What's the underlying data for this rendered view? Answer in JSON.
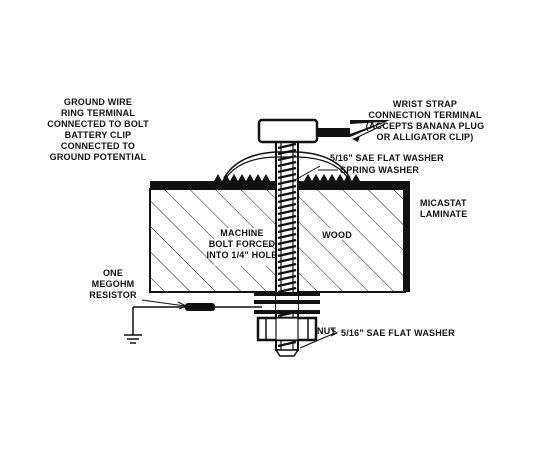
{
  "labels": {
    "ground_wire": [
      "GROUND WIRE",
      "RING TERMINAL",
      "CONNECTED TO BOLT",
      "BATTERY CLIP",
      "CONNECTED TO",
      "GROUND POTENTIAL"
    ],
    "wrist_strap": [
      "WRIST STRAP",
      "CONNECTION TERMINAL",
      "(ACCEPTS BANANA PLUG",
      "OR ALLIGATOR CLIP)"
    ],
    "flat_washer_top": "5/16\" SAE FLAT WASHER",
    "spring_washer": "SPRING WASHER",
    "laminate": [
      "MICASTAT",
      "LAMINATE"
    ],
    "machine_bolt": [
      "MACHINE",
      "BOLT FORCED",
      "INTO 1/4\" HOLE"
    ],
    "wood": "WOOD",
    "resistor": [
      "ONE",
      "MEGOHM",
      "RESISTOR"
    ],
    "nut": "NUT",
    "flat_washer_bottom": "5/16\" SAE FLAT WASHER"
  }
}
